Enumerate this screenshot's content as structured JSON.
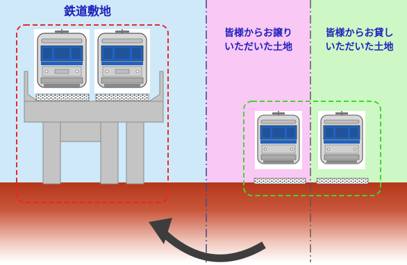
{
  "labels": {
    "railway_land": "鉄道敷地",
    "transferred_land": "皆様からお譲り\nいただいた土地",
    "leased_land": "皆様からお貸し\nいただいた土地"
  },
  "colors": {
    "railway_zone": "#cfe9f9",
    "transferred_zone": "#f9c8f4",
    "leased_zone": "#cdf7c4",
    "ground": "#b4361a",
    "ground_fade": "#ffffff",
    "viaduct": "#c4c4c4",
    "viaduct_outline": "#8a8a8a",
    "train_body": "#d6d6d6",
    "train_stripe": "#1f63c2",
    "train_window": "#21539b",
    "label_text": "#2222bb",
    "red_box": "#e8262a",
    "green_box": "#3ed82c",
    "boundary_line": "#4a4a8a",
    "arrow": "#3d3d3d"
  },
  "icons": [
    "train-icon",
    "curved-arrow-icon"
  ]
}
